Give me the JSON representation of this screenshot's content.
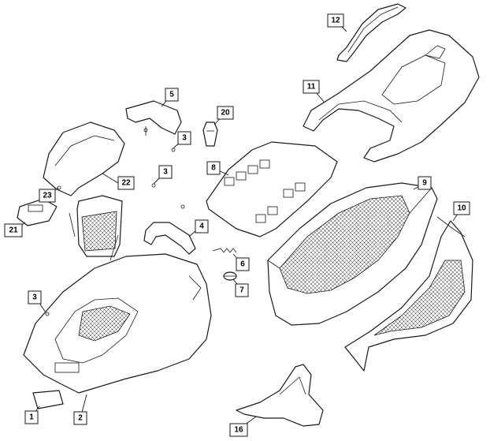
{
  "callouts": [
    {
      "id": "c1",
      "label": "1"
    },
    {
      "id": "c2",
      "label": "2"
    },
    {
      "id": "c3a",
      "label": "3"
    },
    {
      "id": "c3b",
      "label": "3"
    },
    {
      "id": "c3c",
      "label": "3"
    },
    {
      "id": "c4",
      "label": "4"
    },
    {
      "id": "c5",
      "label": "5"
    },
    {
      "id": "c6",
      "label": "6"
    },
    {
      "id": "c7",
      "label": "7"
    },
    {
      "id": "c8",
      "label": "8"
    },
    {
      "id": "c9",
      "label": "9"
    },
    {
      "id": "c10",
      "label": "10"
    },
    {
      "id": "c11",
      "label": "11"
    },
    {
      "id": "c12",
      "label": "12"
    },
    {
      "id": "c16",
      "label": "16"
    },
    {
      "id": "c20",
      "label": "20"
    },
    {
      "id": "c21",
      "label": "21"
    },
    {
      "id": "c22",
      "label": "22"
    },
    {
      "id": "c23",
      "label": "23"
    }
  ]
}
